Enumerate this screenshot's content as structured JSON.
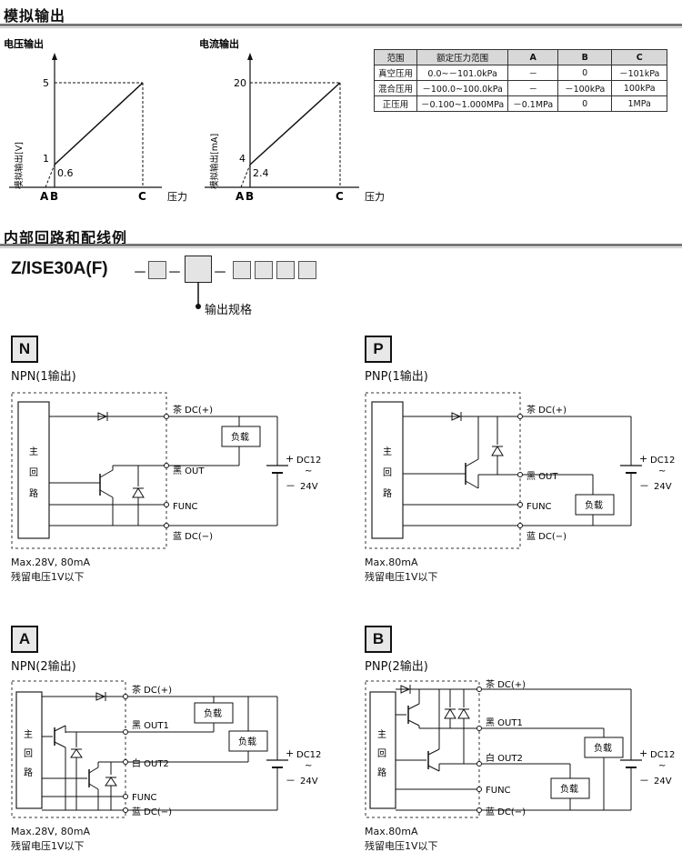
{
  "section1": {
    "title": "模拟输出"
  },
  "voltage_chart": {
    "title": "电压输出",
    "ylabel": "模拟输出[V]",
    "xlabel": "压力",
    "y_ticks": [
      "5",
      "1"
    ],
    "x_ticks": [
      "A",
      "B",
      "C"
    ],
    "offset_label": "0.6"
  },
  "current_chart": {
    "title": "电流输出",
    "ylabel": "模拟输出[mA]",
    "xlabel": "压力",
    "y_ticks": [
      "20",
      "4"
    ],
    "x_ticks": [
      "A",
      "B",
      "C"
    ],
    "offset_label": "2.4"
  },
  "chart_data": [
    {
      "type": "line",
      "title": "电压输出",
      "xlabel": "压力",
      "ylabel": "模拟输出[V]",
      "x": [
        "A",
        "B",
        "C"
      ],
      "series": [
        {
          "values": [
            0.6,
            1,
            5
          ]
        }
      ]
    },
    {
      "type": "line",
      "title": "电流输出",
      "xlabel": "压力",
      "ylabel": "模拟输出[mA]",
      "x": [
        "A",
        "B",
        "C"
      ],
      "series": [
        {
          "values": [
            2.4,
            4,
            20
          ]
        }
      ]
    }
  ],
  "spec_table": {
    "headers": [
      "范围",
      "额定压力范围",
      "A",
      "B",
      "C"
    ],
    "rows": [
      [
        "真空压用",
        "0.0~－101.0kPa",
        "－",
        "0",
        "－101kPa"
      ],
      [
        "混合压用",
        "－100.0~100.0kPa",
        "－",
        "－100kPa",
        "100kPa"
      ],
      [
        "正压用",
        "－0.100~1.000MPa",
        "－0.1MPa",
        "0",
        "1MPa"
      ]
    ]
  },
  "section2": {
    "title": "内部回路和配线例"
  },
  "model": {
    "code": "Z/ISE30A(F)",
    "dash": "－",
    "output_label": "输出规格"
  },
  "circuits": {
    "N": {
      "letter": "N",
      "title": "NPN(1输出)",
      "note1": "Max.28V, 80mA",
      "note2": "残留电压1V以下"
    },
    "P": {
      "letter": "P",
      "title": "PNP(1输出)",
      "note1": "Max.80mA",
      "note2": "残留电压1V以下"
    },
    "A": {
      "letter": "A",
      "title": "NPN(2输出)",
      "note1": "Max.28V, 80mA",
      "note2": "残留电压1V以下"
    },
    "B": {
      "letter": "B",
      "title": "PNP(2输出)",
      "note1": "Max.80mA",
      "note2": "残留电压1V以下"
    }
  },
  "labels": {
    "main_circuit_1": "主",
    "main_circuit_2": "回",
    "main_circuit_3": "路",
    "brown": "茶 DC(+)",
    "black_out": "黑 OUT",
    "black_out1": "黑 OUT1",
    "white_out2": "白 OUT2",
    "func": "FUNC",
    "blue": "蓝 DC(−)",
    "load": "负载",
    "dc12": "DC12",
    "tilde": "~",
    "v24": "24V",
    "plus": "+",
    "minus": "－"
  }
}
